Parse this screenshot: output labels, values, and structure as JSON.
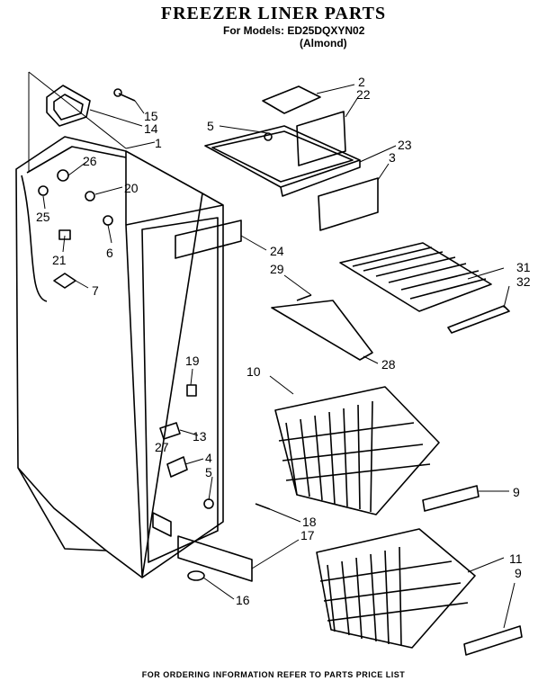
{
  "header": {
    "title": "FREEZER LINER PARTS",
    "models": "For Models: ED25DQXYN02",
    "variant": "(Almond)"
  },
  "callouts": [
    "1",
    "2",
    "3",
    "4",
    "5",
    "5",
    "6",
    "7",
    "9",
    "9",
    "10",
    "11",
    "13",
    "14",
    "15",
    "16",
    "17",
    "18",
    "19",
    "20",
    "21",
    "22",
    "23",
    "24",
    "25",
    "26",
    "27",
    "28",
    "29",
    "31",
    "32"
  ],
  "footer": "FOR ORDERING INFORMATION REFER TO PARTS PRICE LIST"
}
